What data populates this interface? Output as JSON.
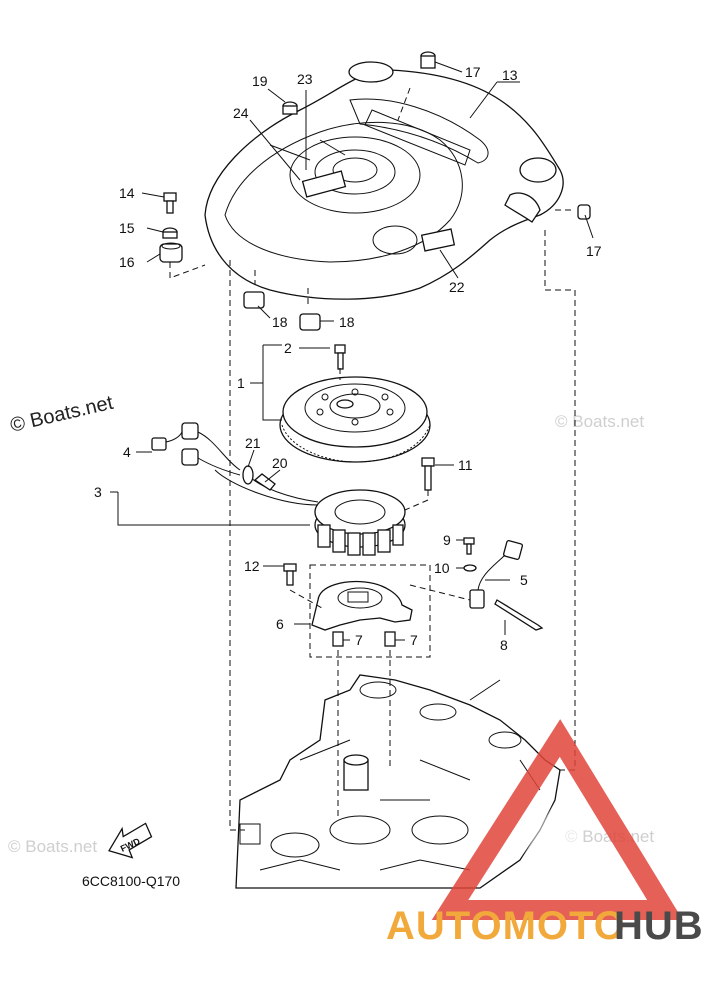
{
  "watermarks": {
    "boats_main": "© Boats.net",
    "boats_faint": "© Boats.net"
  },
  "diagram_code": "6CC8100-Q170",
  "fwd_label": "FWD",
  "callouts": {
    "c1": "1",
    "c2": "2",
    "c3": "3",
    "c4": "4",
    "c5": "5",
    "c6": "6",
    "c7a": "7",
    "c7b": "7",
    "c8": "8",
    "c9": "9",
    "c10": "10",
    "c11": "11",
    "c12": "12",
    "c13": "13",
    "c14": "14",
    "c15": "15",
    "c16": "16",
    "c17a": "17",
    "c17b": "17",
    "c18a": "18",
    "c18b": "18",
    "c19": "19",
    "c20": "20",
    "c21": "21",
    "c22": "22",
    "c23": "23",
    "c24": "24"
  },
  "brand": {
    "part1": "AUTOMOTO",
    "part2": "HUB",
    "color_part1": "#f2a93b",
    "color_part2": "#4a4a4a",
    "triangle_color": "#e0443a"
  }
}
